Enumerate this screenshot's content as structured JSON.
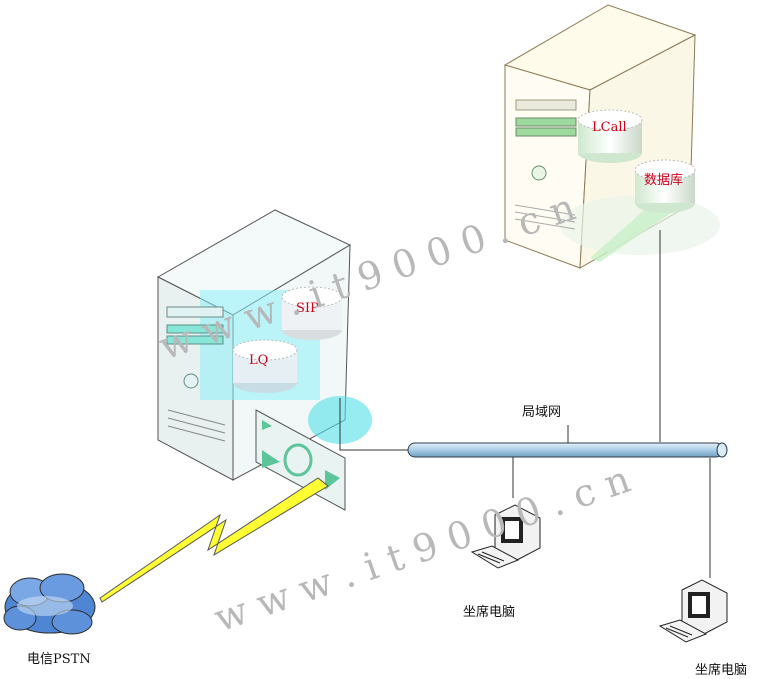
{
  "labels": {
    "lcall": "LCall",
    "database": "数据库",
    "sip": "SIP",
    "lq": "LQ",
    "lan": "局域网",
    "agent_pc_1": "坐席电脑",
    "agent_pc_2": "坐席电脑",
    "pstn": "电信PSTN"
  },
  "watermark": {
    "line1": "w w w .   i   t   9   0   0   0 .   c   n",
    "line2": "w w w .   i   t   9   0   0   0 .   c   n"
  },
  "colors": {
    "label_red": "#d0021b",
    "lan_bar": "#b9d6ea",
    "lightning": "#ffff33",
    "cloud": "#5b8fd6"
  }
}
